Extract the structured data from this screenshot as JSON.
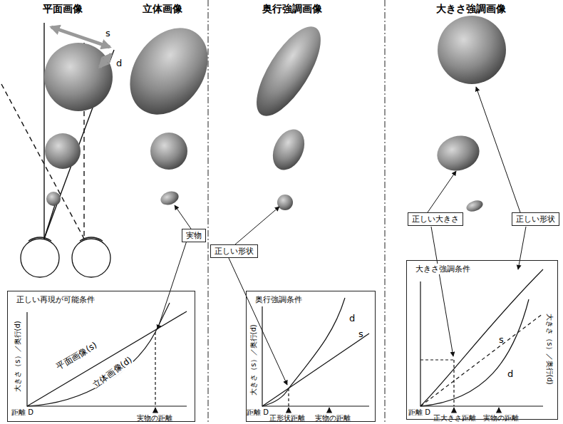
{
  "diagram": {
    "nodes": [
      {
        "text": [
          "正しい再現が可能条件"
        ]
      },
      {
        "text": [
          "奥行強調条件"
        ]
      },
      {
        "text": [
          "大きさ強調条件"
        ]
      },
      {
        "text": [
          "実物"
        ]
      },
      {
        "text": [
          "正しい形状"
        ]
      },
      {
        "text": [
          "正しい大きさ"
        ]
      },
      {
        "text": [
          "正しい形状"
        ]
      }
    ],
    "labels": [
      "平面画像",
      "立体画像",
      "奥行強調画像",
      "大きさ強調画像",
      "s",
      "d",
      "大きさ（s）／奥行(d)",
      "平面画像(s)",
      "立体画像(d)",
      "距離 D",
      "実物の距離",
      "d",
      "s",
      "大きさ（s）／奥行(d)",
      "距離 D",
      "正形状距離",
      "実物の距離",
      "s",
      "d",
      "大きさ（s）／奥行(d)",
      "距離 D",
      "正大きさ距離",
      "実物の距離"
    ]
  }
}
